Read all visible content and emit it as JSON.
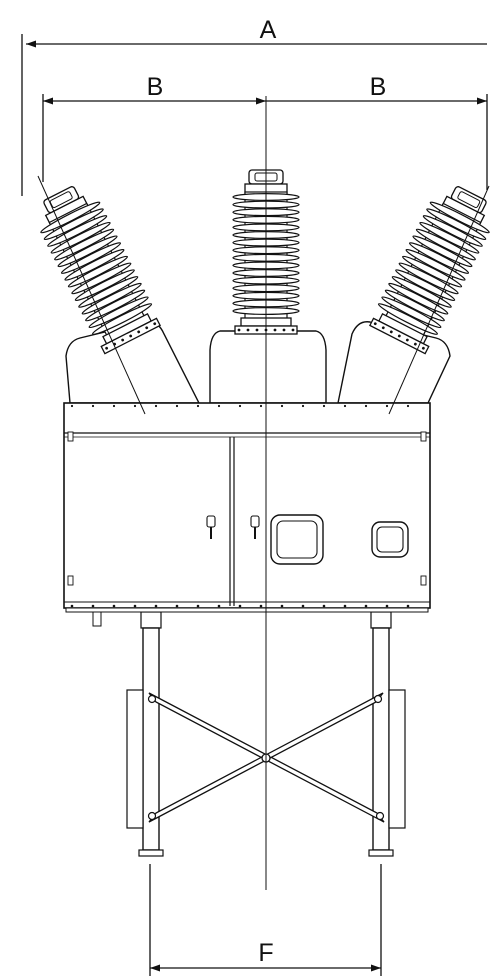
{
  "dimensions": {
    "a": "A",
    "b_left": "B",
    "b_right": "B",
    "f": "F"
  },
  "colors": {
    "line": "#111111",
    "background": "#ffffff"
  }
}
